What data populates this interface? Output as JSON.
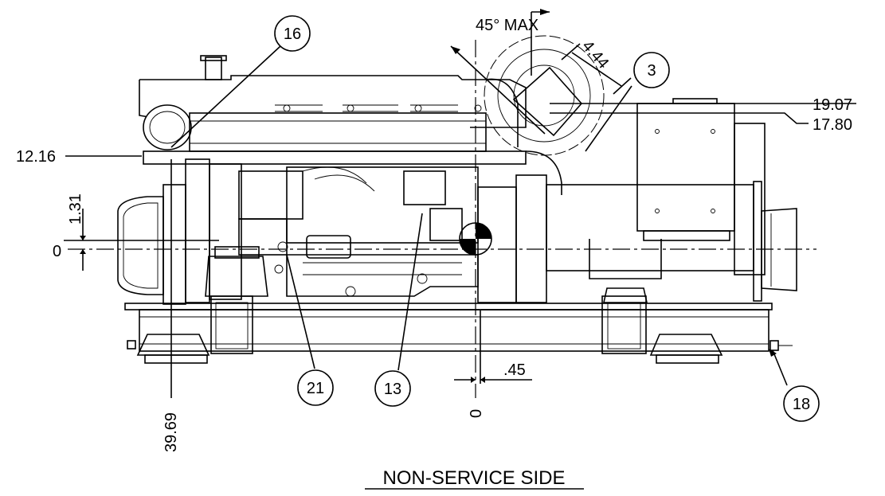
{
  "dimensions": {
    "angle": "45° MAX",
    "d444": "4.44",
    "d1907": "19.07",
    "d1780": "17.80",
    "d1216": "12.16",
    "d131": "1.31",
    "zero_left": "0",
    "zero_bottom": "0",
    "d045": ".45",
    "d3969": "39.69"
  },
  "callouts": [
    "16",
    "3",
    "21",
    "13",
    "18"
  ],
  "caption": "NON-SERVICE SIDE"
}
